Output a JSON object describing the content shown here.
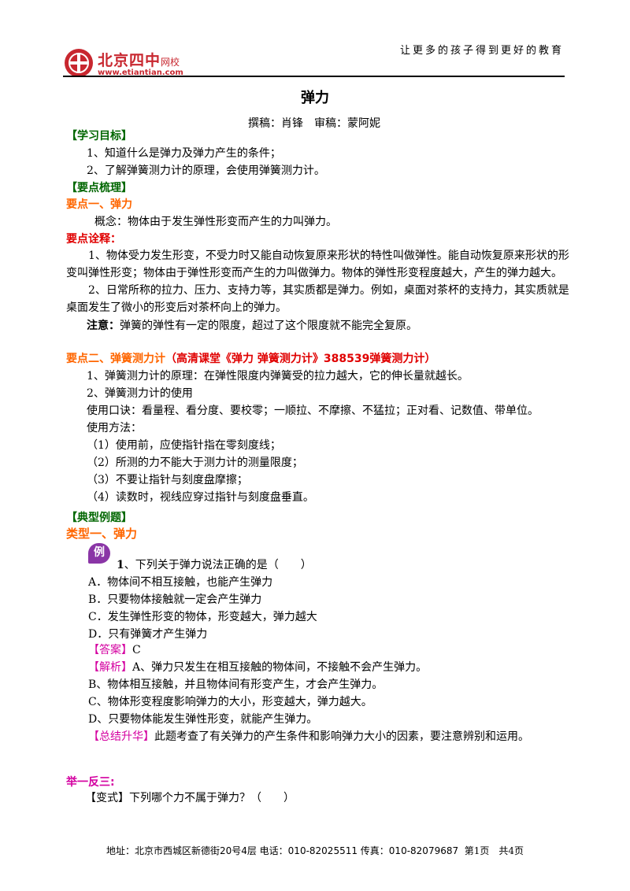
{
  "header": {
    "logo_name": "北京四中",
    "logo_sub": "网校",
    "logo_url": "www.etiantian.com",
    "slogan": "让更多的孩子得到更好的教育"
  },
  "title": "弹力",
  "authors": {
    "writer_label": "撰稿：肖锋",
    "reviewer_label": "审稿：蒙阿妮"
  },
  "s1": {
    "heading": "【学习目标】",
    "items": [
      "1、知道什么是弹力及弹力产生的条件；",
      "2、了解弹簧测力计的原理，会使用弹簧测力计。"
    ]
  },
  "s2": {
    "heading": "【要点梳理】",
    "p1_heading": "要点一、弹力",
    "p1_concept": "概念：物体由于发生弹性形变而产生的力叫弹力。",
    "p1_note_heading": "要点诠释：",
    "p1_item1": "1、物体受力发生形变，不受力时又能自动恢复原来形状的特性叫做弹性。能自动恢复原来形状的形变叫弹性形变；物体由于弹性形变而产生的力叫做弹力。物体的弹性形变程度越大，产生的弹力越大。",
    "p1_item2": "2、日常所称的拉力、压力、支持力等，其实质都是弹力。例如，桌面对茶杯的支持力，其实质就是桌面发生了微小的形变后对茶杯向上的弹力。",
    "p1_attention_label": "注意：",
    "p1_attention": "弹簧的弹性有一定的限度，超过了这个限度就不能完全复原。",
    "p2_heading": "要点二、弹簧测力计",
    "p2_heading_ref": "（高清课堂《弹力 弹簧测力计》388539弹簧测力计）",
    "p2_lines": [
      "1、弹簧测力计的原理：在弹性限度内弹簧受的拉力越大，它的伸长量就越长。",
      "2、弹簧测力计的使用",
      "使用口诀：看量程、看分度、要校零；一顺拉、不摩擦、不猛拉；正对看、记数值、带单位。",
      "使用方法：",
      "（1）使用前，应使指针指在零刻度线；",
      "（2）所测的力不能大于测力计的测量限度；",
      "（3）不要让指针与刻度盘摩擦；",
      "（4）读数时，视线应穿过指针与刻度盘垂直。"
    ]
  },
  "s3": {
    "heading": "【典型例题】",
    "type1_heading": "类型一、弹力",
    "badge": "例",
    "question_num": "1",
    "question": "、下列关于弹力说法正确的是（　　）",
    "options": [
      "A．物体间不相互接触，也能产生弹力",
      "B．只要物体接触就一定会产生弹力",
      "C．发生弹性形变的物体，形变越大，弹力越大",
      "D．只有弹簧才产生弹力"
    ],
    "answer_label": "【答案】",
    "answer": "C",
    "analysis_label": "【解析】",
    "analysis_lines": [
      "A、弹力只发生在相互接触的物体间，不接触不会产生弹力。",
      "B、物体相互接触，并且物体间有形变产生，才会产生弹力。",
      "C、物体形变程度影响弹力的大小，形变越大，弹力越大。",
      "D、只要物体能发生弹性形变，就能产生弹力。"
    ],
    "summary_label": "【总结升华】",
    "summary": "此题考查了有关弹力的产生条件和影响弹力大小的因素，要注意辨别和运用。"
  },
  "s4": {
    "heading": "举一反三:",
    "variant_label": "【变式】",
    "variant": "下列哪个力不属于弹力？（　　）"
  },
  "footer": {
    "address": "地址：北京市西城区新德街20号4层 电话：010-82025511 传真：010-82079687",
    "page": "第1页　共4页"
  }
}
